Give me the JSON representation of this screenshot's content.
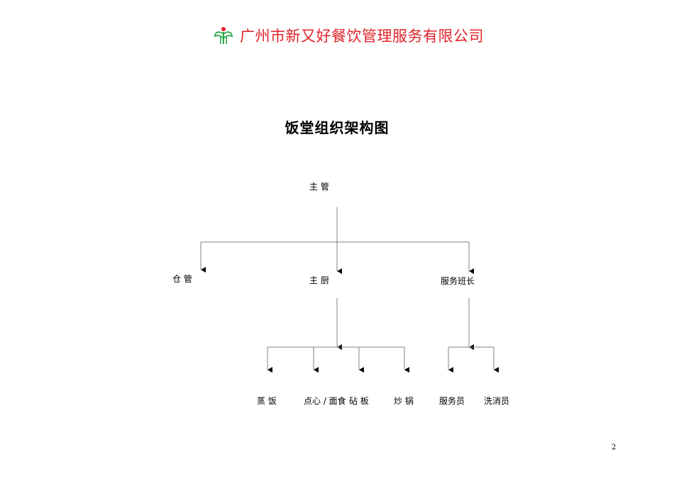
{
  "header": {
    "company_name": "广州市新又好餐饮管理服务有限公司",
    "logo_icon": "company-logo-icon",
    "brand_color": "#e0232b",
    "logo_color": "#2aa548"
  },
  "document": {
    "title": "饭堂组织架构图",
    "page_number": "2"
  },
  "org_chart": {
    "supervisor": "主 管",
    "warehouse": "仓 管",
    "head_chef": "主 厨",
    "service_lead": "服务班长",
    "steamed_rice": "蒸 饭",
    "pastry": "点心 / 面食",
    "chopping": "砧 板",
    "wok": "炒 锅",
    "server": "服务员",
    "cleaner": "洗消员"
  }
}
